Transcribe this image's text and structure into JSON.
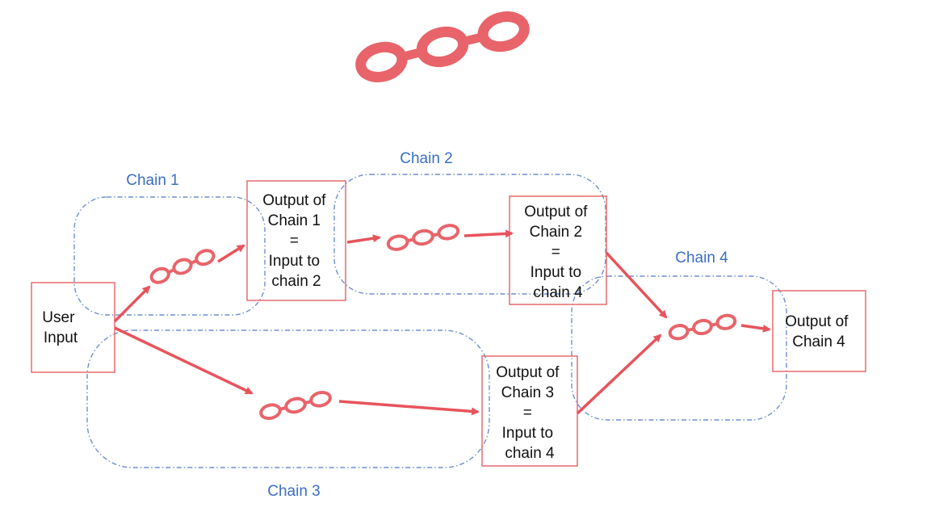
{
  "colors": {
    "chain_icon": "#e8646a",
    "arrow": "#e8545c",
    "box_border": "#e56b6f",
    "group_border": "#6f8fcf",
    "group_label": "#3a6fc4",
    "text": "#111111"
  },
  "header": {
    "icon": "chain-link-icon"
  },
  "groups": {
    "chain1": {
      "label": "Chain 1"
    },
    "chain2": {
      "label": "Chain 2"
    },
    "chain3": {
      "label": "Chain 3"
    },
    "chain4": {
      "label": "Chain 4"
    }
  },
  "nodes": {
    "user_input": {
      "lines": [
        "User",
        "Input"
      ]
    },
    "output_chain1": {
      "lines": [
        "Output of",
        "Chain 1",
        "=",
        "Input to",
        "chain 2"
      ]
    },
    "output_chain2": {
      "lines": [
        "Output of",
        "Chain 2",
        "=",
        "Input to",
        "chain 4"
      ]
    },
    "output_chain3": {
      "lines": [
        "Output of",
        "Chain 3",
        "=",
        "Input to",
        "chain 4"
      ]
    },
    "output_chain4": {
      "lines": [
        "Output of",
        "Chain 4"
      ]
    }
  },
  "edges": [
    {
      "from": "user_input",
      "to": "output_chain1",
      "via": "chain-link-icon"
    },
    {
      "from": "user_input",
      "to": "output_chain3",
      "via": "chain-link-icon"
    },
    {
      "from": "output_chain1",
      "to": "output_chain2",
      "via": "chain-link-icon"
    },
    {
      "from": "output_chain2",
      "to": "output_chain4",
      "via": "chain-link-icon"
    },
    {
      "from": "output_chain3",
      "to": "output_chain4",
      "via": "chain-link-icon"
    }
  ]
}
